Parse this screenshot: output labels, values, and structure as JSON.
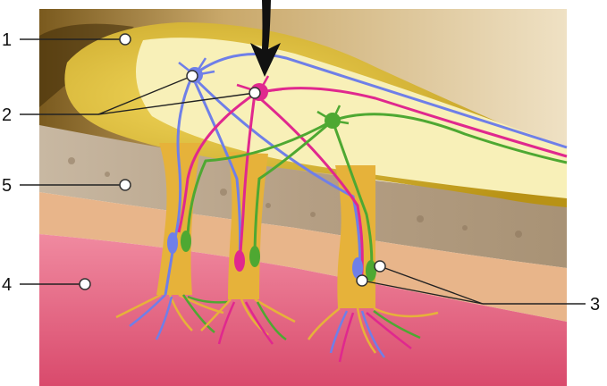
{
  "callouts": [
    {
      "id": "1",
      "label": "1"
    },
    {
      "id": "2",
      "label": "2"
    },
    {
      "id": "3",
      "label": "3"
    },
    {
      "id": "4",
      "label": "4"
    },
    {
      "id": "5",
      "label": "5"
    }
  ],
  "colors": {
    "background_top": "#c9a86a",
    "bulb_yellow": "#e2c23a",
    "bulb_inner": "#f8f0b8",
    "cribriform_bone": "#bfae99",
    "tissue_tan": "#e8b58a",
    "mucosa_pink": "#ea6a86",
    "neuron_blue": "#6f7fe8",
    "neuron_magenta": "#e0288e",
    "neuron_green": "#4ea832",
    "arrow": "#111111"
  }
}
